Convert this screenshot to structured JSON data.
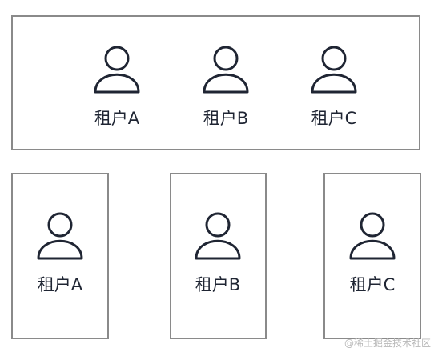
{
  "shared": {
    "tenants": [
      {
        "label": "租户A"
      },
      {
        "label": "租户B"
      },
      {
        "label": "租户C"
      }
    ]
  },
  "isolated": {
    "tenants": [
      {
        "label": "租户A"
      },
      {
        "label": "租户B"
      },
      {
        "label": "租户C"
      }
    ]
  },
  "icon": {
    "name": "user-icon",
    "stroke": "#1f2533"
  },
  "colors": {
    "border": "#8a8a8a",
    "text": "#1f2533",
    "watermark": "#b9b9b9"
  },
  "watermark": "@稀土掘金技术社区"
}
